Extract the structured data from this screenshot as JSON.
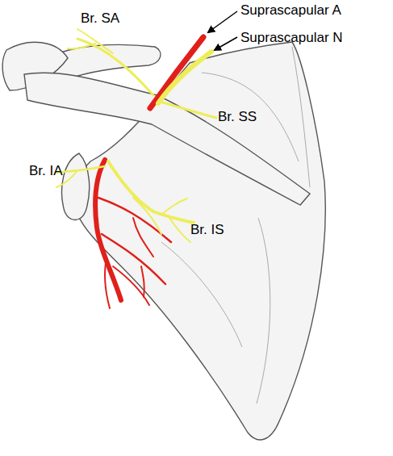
{
  "diagram": {
    "labels": [
      "Suprascapular A",
      "Suprascapular N",
      "Br. SA",
      "Br. SS",
      "Br. IA",
      "Br. IS"
    ]
  }
}
